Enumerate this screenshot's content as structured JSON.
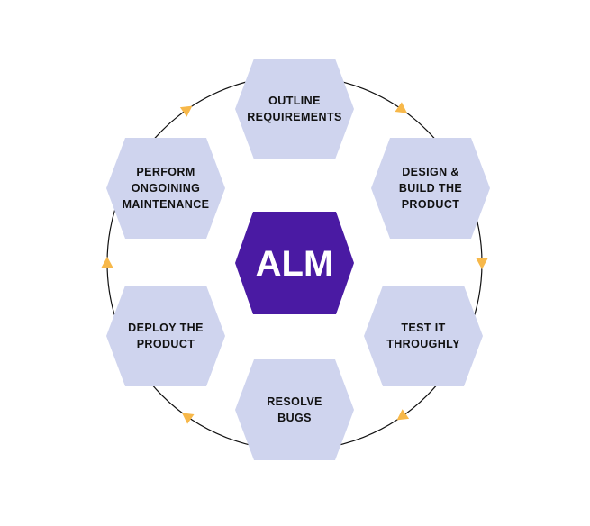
{
  "center": {
    "label": "ALM",
    "color": "#4a1aa3"
  },
  "colors": {
    "hexagon_fill": "#cfd4ee",
    "circle_stroke": "#111111",
    "arrow_fill": "#f7b84a",
    "text": "#111111"
  },
  "steps": [
    {
      "id": "outline",
      "lines": [
        "OUTLINE",
        "REQUIREMENTS"
      ]
    },
    {
      "id": "design",
      "lines": [
        "DESIGN &",
        "BUILD THE",
        "PRODUCT"
      ]
    },
    {
      "id": "test",
      "lines": [
        "TEST IT",
        "THROUGHLY"
      ]
    },
    {
      "id": "resolve",
      "lines": [
        "RESOLVE",
        "BUGS"
      ]
    },
    {
      "id": "deploy",
      "lines": [
        "DEPLOY THE",
        "PRODUCT"
      ]
    },
    {
      "id": "maintain",
      "lines": [
        "PERFORM",
        "ONGOINING",
        "MAINTENANCE"
      ]
    }
  ],
  "arrows": {
    "count": 6,
    "direction": "clockwise",
    "icon": "triangle-arrow-icon"
  }
}
